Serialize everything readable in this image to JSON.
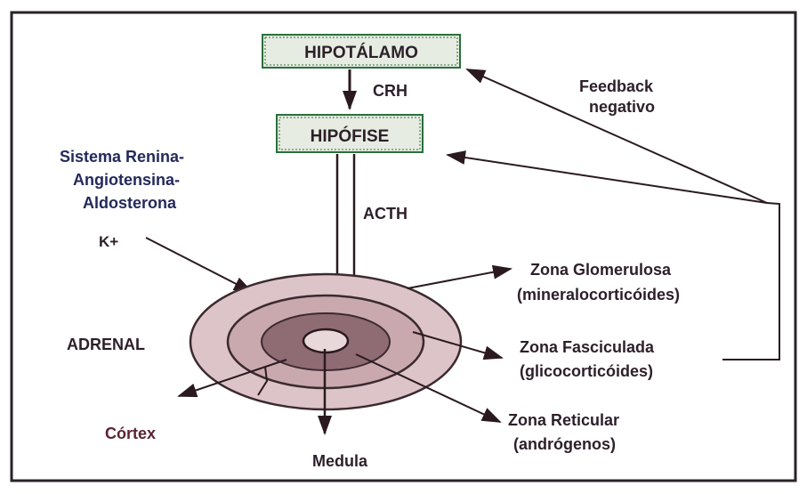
{
  "nodes": {
    "hipotalamo": "HIPOTÁLAMO",
    "hipofise": "HIPÓFISE"
  },
  "hormones": {
    "crh": "CRH",
    "acth": "ACTH"
  },
  "left_labels": {
    "sistema_line1": "Sistema Renina-",
    "sistema_line2": "Angiotensina-",
    "sistema_line3": "Aldosterona",
    "k_plus": "K+",
    "adrenal": "ADRENAL",
    "cortex": "Córtex",
    "medula": "Medula"
  },
  "feedback": {
    "line1": "Feedback",
    "line2": "negativo"
  },
  "zones": {
    "glomerulosa_name": "Zona Glomerulosa",
    "glomerulosa_product": "(mineralocorticóides)",
    "fasciculada_name": "Zona Fasciculada",
    "fasciculada_product": "(glicocorticóides)",
    "reticular_name": "Zona Reticular",
    "reticular_product": "(andrógenos)"
  },
  "colors": {
    "box_fill": "#e6ece1",
    "box_border": "#2a6e3c",
    "sistema_text": "#232a5a",
    "text_dark": "#2d1f2a",
    "arrow": "#2a1a20",
    "ring_outer": "#dcc4c8",
    "ring_middle": "#c9a9ae",
    "ring_inner": "#8f6b74",
    "center": "#e8d8da"
  }
}
